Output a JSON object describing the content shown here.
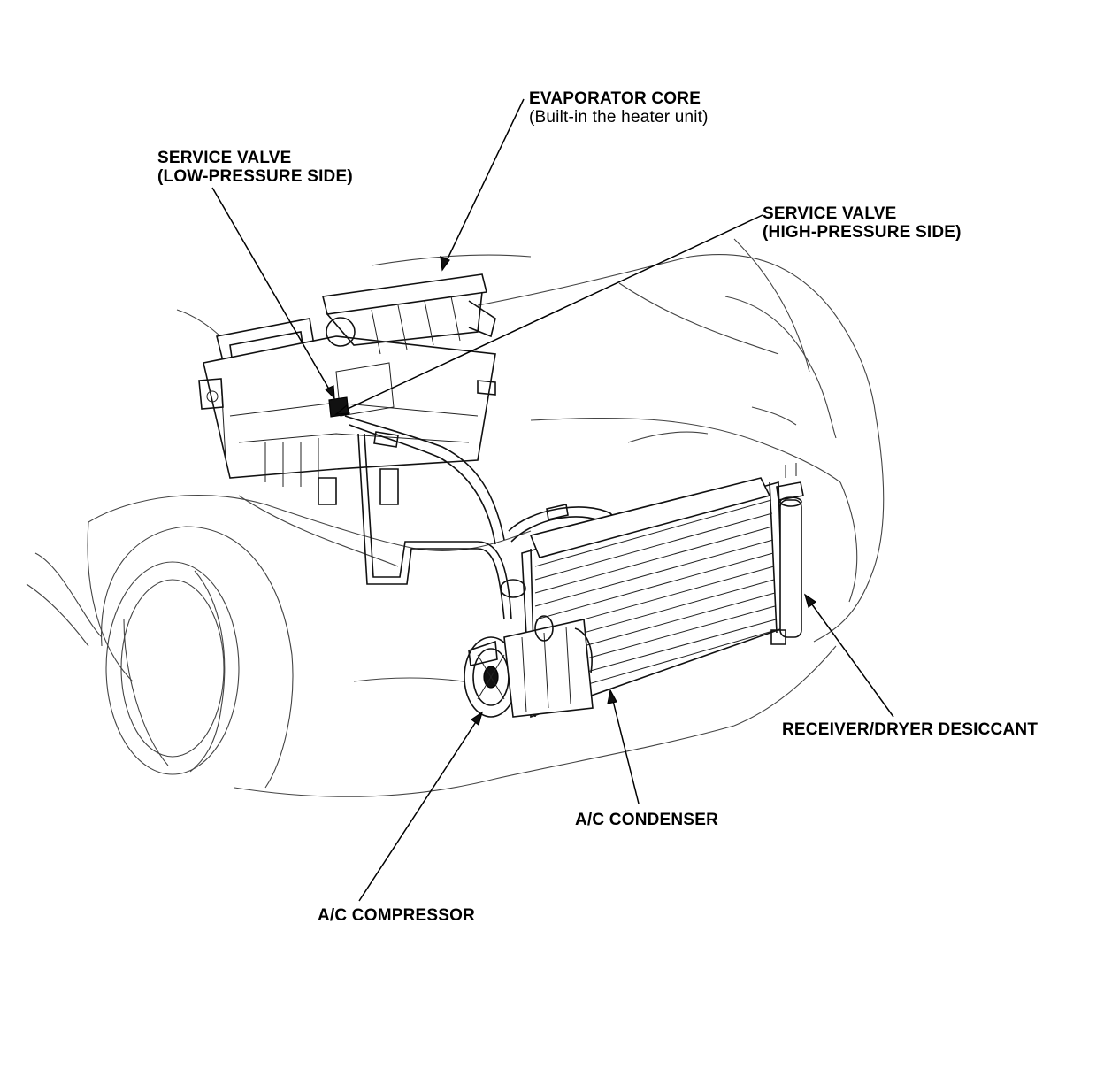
{
  "labels": {
    "evaporator_core": "EVAPORATOR CORE",
    "evaporator_core_note": "(Built-in the heater unit)",
    "service_valve_low_line1": "SERVICE VALVE",
    "service_valve_low_line2": "(LOW-PRESSURE SIDE)",
    "service_valve_high_line1": "SERVICE VALVE",
    "service_valve_high_line2": "(HIGH-PRESSURE SIDE)",
    "receiver_dryer": "RECEIVER/DRYER DESICCANT",
    "condenser": "A/C CONDENSER",
    "compressor": "A/C COMPRESSOR"
  }
}
